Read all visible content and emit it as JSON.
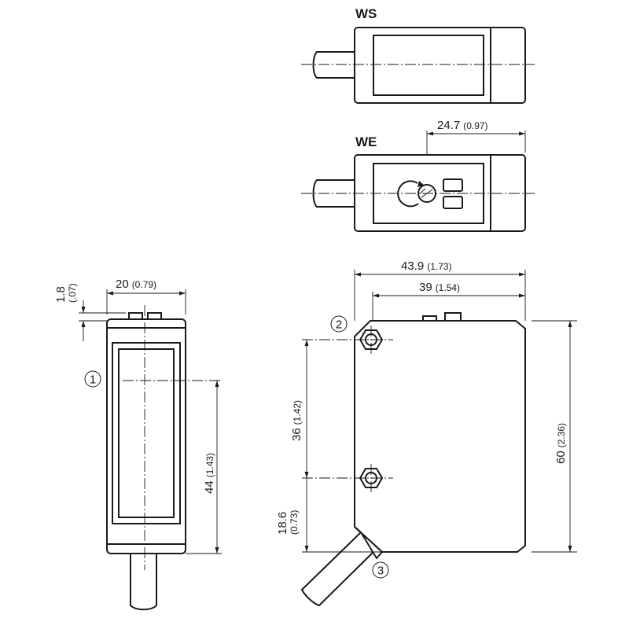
{
  "views": {
    "ws_label": "WS",
    "we_label": "WE"
  },
  "dimensions": {
    "we_depth": {
      "value": "24.7",
      "inch": "(0.97)"
    },
    "body_depth_total": {
      "value": "43.9",
      "inch": "(1.73)"
    },
    "body_depth": {
      "value": "39",
      "inch": "(1.54)"
    },
    "height": {
      "value": "60",
      "inch": "(2.36)"
    },
    "hole_spacing": {
      "value": "36",
      "inch": "(1.42)"
    },
    "hole_offset": {
      "value": "18.6",
      "inch": "(0.73)"
    },
    "width": {
      "value": "20",
      "inch": "(0.79)"
    },
    "optic_axis": {
      "value": "44",
      "inch": "(1.43)"
    },
    "protrusion": {
      "value": "1.8",
      "inch": "(.07)"
    }
  },
  "callouts": [
    "1",
    "2",
    "3"
  ]
}
